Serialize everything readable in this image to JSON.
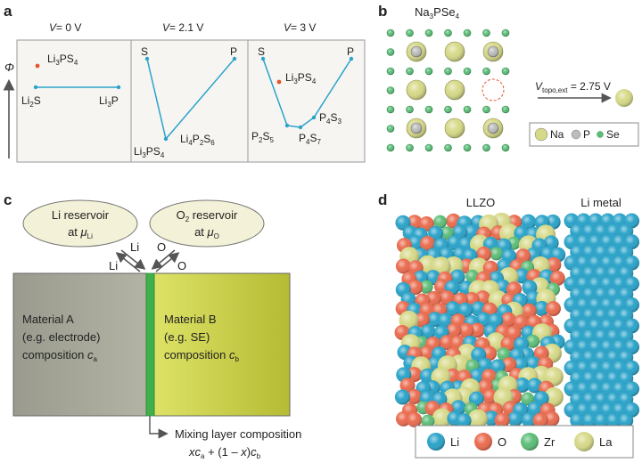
{
  "panel_labels": {
    "a": "a",
    "b": "b",
    "c": "c",
    "d": "d"
  },
  "panel_a": {
    "y_axis": "Φ",
    "subpanels": [
      {
        "v_var": "V",
        "v_value": "= 0 V"
      },
      {
        "v_var": "V",
        "v_value": "= 2.1 V"
      },
      {
        "v_var": "V",
        "v_value": "= 3 V"
      }
    ],
    "labels": {
      "li3ps4": [
        "Li",
        "3",
        "PS",
        "4"
      ],
      "li2s": [
        "Li",
        "2",
        "S"
      ],
      "li3p": [
        "Li",
        "3",
        "P"
      ],
      "s": "S",
      "p": "P",
      "li4p2s6": [
        "Li",
        "4",
        "P",
        "2",
        "S",
        "6"
      ],
      "p2s5": [
        "P",
        "2",
        "S",
        "5"
      ],
      "p4s7": [
        "P",
        "4",
        "S",
        "7"
      ],
      "p4s3": [
        "P",
        "4",
        "S",
        "3"
      ]
    },
    "colors": {
      "line": "#2aa3c9",
      "dot": "#e8552b",
      "frame": "#999999",
      "bg": "#f6f5f2"
    }
  },
  "panel_b": {
    "title": [
      "Na",
      "3",
      "PSe",
      "4"
    ],
    "vtopo": {
      "v": "V",
      "sub": "topo,ext",
      "value": " = 2.75 V"
    },
    "legend": [
      {
        "label": "Na",
        "color": "#d6d987"
      },
      {
        "label": "P",
        "color": "#bcbcbc"
      },
      {
        "label": "Se",
        "color": "#5cbd77"
      }
    ]
  },
  "panel_c": {
    "li_reservoir": {
      "line1": "Li reservoir",
      "line2_prefix": "at ",
      "mu": "μ",
      "mu_sub": "Li"
    },
    "o2_reservoir": {
      "line1_a": "O",
      "line1_sub": "2",
      "line1_b": " reservoir",
      "line2_prefix": "at ",
      "mu": "μ",
      "mu_sub": "O"
    },
    "arrow_labels": {
      "li_in": "Li",
      "li_out": "Li",
      "o_in": "O",
      "o_out": "O"
    },
    "material_a": {
      "line1": "Material A",
      "line2": "(e.g. electrode)",
      "line3": "composition ",
      "var": "c",
      "sub": "a"
    },
    "material_b": {
      "line1": "Material B",
      "line2": "(e.g. SE)",
      "line3": "composition ",
      "var": "c",
      "sub": "b"
    },
    "mixing": {
      "line1": "Mixing layer composition",
      "f_x": "x",
      "f_c": "c",
      "f_a": "a",
      "f_mid": " + (1 – ",
      "f_x2": "x",
      "f_mid2": ")",
      "f_c2": "c",
      "f_b": "b"
    },
    "colors": {
      "material_a": "#9a9c8f",
      "material_b": "#c9cf45",
      "mixing": "#3fb04b",
      "reservoir": "#f3f1d7"
    }
  },
  "panel_d": {
    "llzo_label": "LLZO",
    "li_metal_label": "Li metal",
    "legend": [
      {
        "label": "Li",
        "color": "#2aa3c9"
      },
      {
        "label": "O",
        "color": "#ea6b4e"
      },
      {
        "label": "Zr",
        "color": "#5cbd77"
      },
      {
        "label": "La",
        "color": "#d6d987"
      }
    ]
  }
}
